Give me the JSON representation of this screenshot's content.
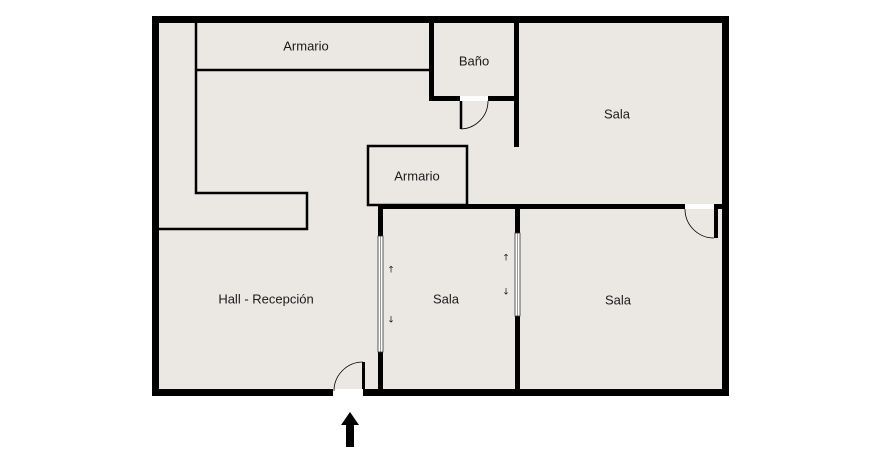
{
  "plan": {
    "rooms": [
      {
        "id": "armario-top",
        "label": "Armario"
      },
      {
        "id": "bano",
        "label": "Baño"
      },
      {
        "id": "sala-top-right",
        "label": "Sala"
      },
      {
        "id": "armario-mid",
        "label": "Armario"
      },
      {
        "id": "hall",
        "label": "Hall - Recepción"
      },
      {
        "id": "sala-center",
        "label": "Sala"
      },
      {
        "id": "sala-right",
        "label": "Sala"
      }
    ],
    "slide_arrows": {
      "up": "↑",
      "down": "↓"
    },
    "colors": {
      "floor": "#ebe8e4",
      "wall": "#000000",
      "background": "#ffffff"
    }
  }
}
